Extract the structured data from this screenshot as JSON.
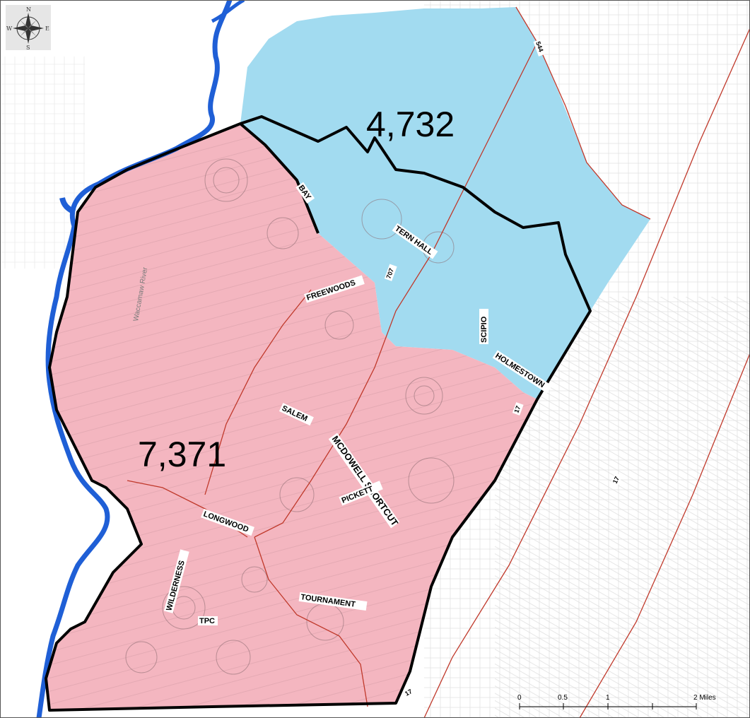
{
  "map": {
    "zones": [
      {
        "name": "north-zone",
        "population": "4,732",
        "color": "#a2dbf0"
      },
      {
        "name": "south-zone",
        "population": "7,371",
        "color": "#f4b6c0"
      }
    ],
    "road_labels": {
      "bay": "BAY",
      "tern_hall": "TERN HALL",
      "freewoods": "FREEWOODS",
      "scipio": "SCIPIO",
      "holmestown": "HOLMESTOWN",
      "salem": "SALEM",
      "mcdowell": "MCDOWELL SHORTCUT",
      "pickett": "PICKETT",
      "longwood": "LONGWOOD",
      "wilderness": "WILDERNESS",
      "tpc": "TPC",
      "tournament": "TOURNAMENT"
    },
    "route_labels": {
      "r544": "544",
      "r707": "707",
      "r17_a": "17",
      "r17_b": "17",
      "r17_c": "17"
    },
    "river_name": "Waccamaw River",
    "compass": {
      "n": "N",
      "s": "S",
      "e": "E",
      "w": "W"
    },
    "scale": {
      "ticks": [
        "0",
        "0.5",
        "1",
        "2 Miles"
      ]
    },
    "colors": {
      "river": "#1f5fd6",
      "boundary": "#000000",
      "roads": "#c0392b",
      "background_streets": "#d8d8d8"
    }
  }
}
